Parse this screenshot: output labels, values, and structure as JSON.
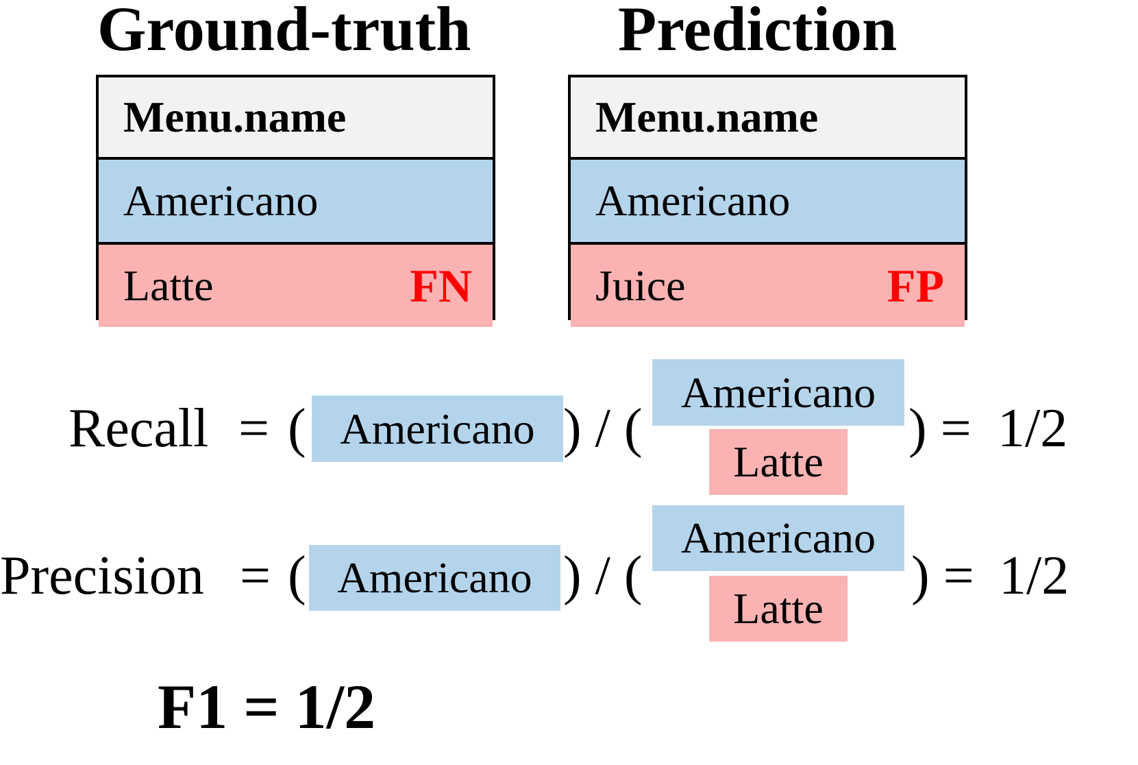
{
  "ground_truth": {
    "title": "Ground-truth",
    "header": "Menu.name",
    "rows": [
      "Americano",
      "Latte"
    ],
    "error_tag": "FN"
  },
  "prediction": {
    "title": "Prediction",
    "header": "Menu.name",
    "rows": [
      "Americano",
      "Juice"
    ],
    "error_tag": "FP"
  },
  "recall": {
    "label": "Recall",
    "equals": "=",
    "open_paren": "(",
    "numerator": "Americano",
    "divide": ") / (",
    "denominator": [
      "Americano",
      "Latte"
    ],
    "close": ") =",
    "result": "1/2"
  },
  "precision": {
    "label": "Precision",
    "equals": "=",
    "open_paren": "(",
    "numerator": "Americano",
    "divide": ") / (",
    "denominator": [
      "Americano",
      "Latte"
    ],
    "close": ") =",
    "result": "1/2"
  },
  "f1": "F1 = 1/2",
  "colors": {
    "true_positive": "#b4d4ec",
    "error": "#fab2b2",
    "header": "#f2f2f2",
    "tag": "#ff0000"
  }
}
